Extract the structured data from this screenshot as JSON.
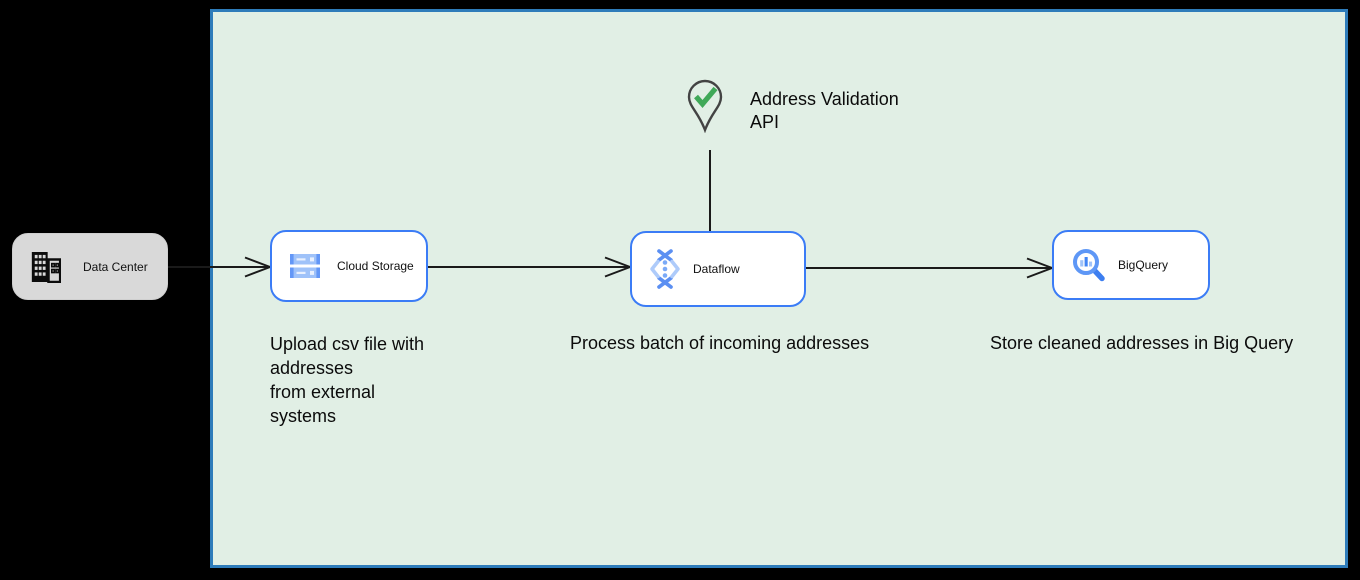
{
  "colors": {
    "page_background": "#000000",
    "panel_fill": "#e1efe5",
    "panel_border": "#2e7cba",
    "node_border_blue": "#3b7cf6",
    "data_center_fill": "#d9d9d9",
    "check_green": "#3fa958",
    "edge_color": "#1a1a1a"
  },
  "nodes": {
    "data_center": {
      "label": "Data Center",
      "icon": "building-icon"
    },
    "cloud_storage": {
      "label": "Cloud Storage",
      "icon": "cloud-storage-icon"
    },
    "dataflow": {
      "label": "Dataflow",
      "icon": "dataflow-icon"
    },
    "bigquery": {
      "label": "BigQuery",
      "icon": "bigquery-icon"
    }
  },
  "annotation": {
    "icon": "map-pin-check-icon",
    "line1": "Address Validation",
    "line2": "API"
  },
  "captions": {
    "upload": {
      "line1": "Upload csv file with",
      "line2": "addresses",
      "line3": "from external",
      "line4": "systems"
    },
    "process": "Process batch of incoming addresses",
    "store": "Store cleaned addresses in Big Query"
  },
  "edges": [
    {
      "from": "data_center",
      "to": "cloud_storage",
      "style": "open-arrow"
    },
    {
      "from": "cloud_storage",
      "to": "dataflow",
      "style": "open-arrow"
    },
    {
      "from": "dataflow",
      "to": "bigquery",
      "style": "open-arrow"
    },
    {
      "from": "address_validation_api",
      "to": "dataflow",
      "style": "plain-line"
    }
  ]
}
